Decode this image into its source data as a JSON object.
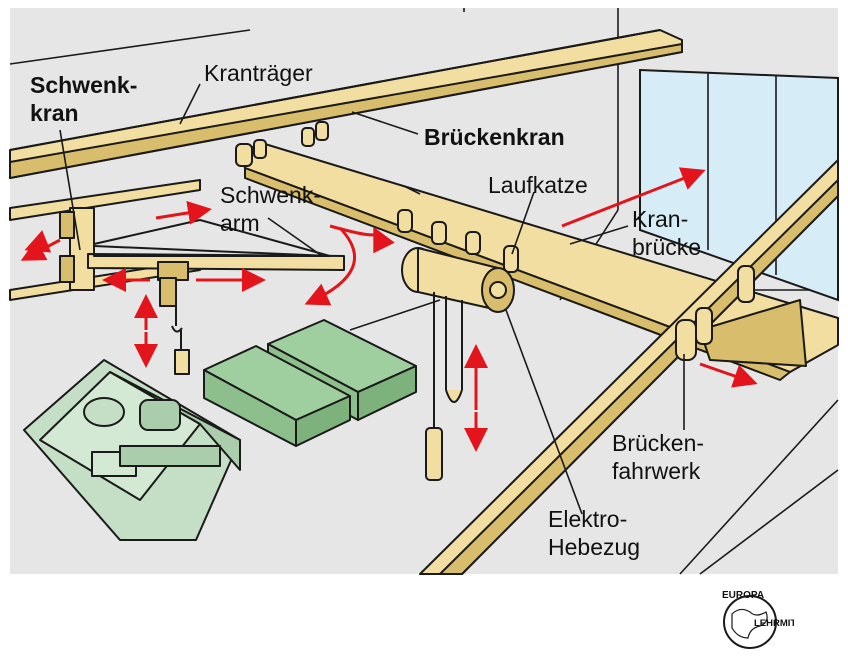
{
  "labels": {
    "schwenkkran_1": "Schwenk-",
    "schwenkkran_2": "kran",
    "kranträger": "Kranträger",
    "brückenkran": "Brückenkran",
    "schwenkarm_1": "Schwenk-",
    "schwenkarm_2": "arm",
    "laufkatze": "Laufkatze",
    "kranbrücke_1": "Kran-",
    "kranbrücke_2": "brücke",
    "brückenfahrwerk_1": "Brücken-",
    "brückenfahrwerk_2": "fahrwerk",
    "elektrohebezug_1": "Elektro-",
    "elektrohebezug_2": "Hebezug"
  },
  "logo": {
    "top": "EUROPA",
    "bottom": "LEHRMITTEL"
  },
  "colors": {
    "background": "#e6e6e6",
    "beam": "#f2dea0",
    "beam_dark": "#d8bd6c",
    "machine": "#c4dfc5",
    "boxes": "#9fcf9f",
    "window": "#d6edf8",
    "arrow": "#e3141b",
    "outline": "#1a1a1a"
  }
}
